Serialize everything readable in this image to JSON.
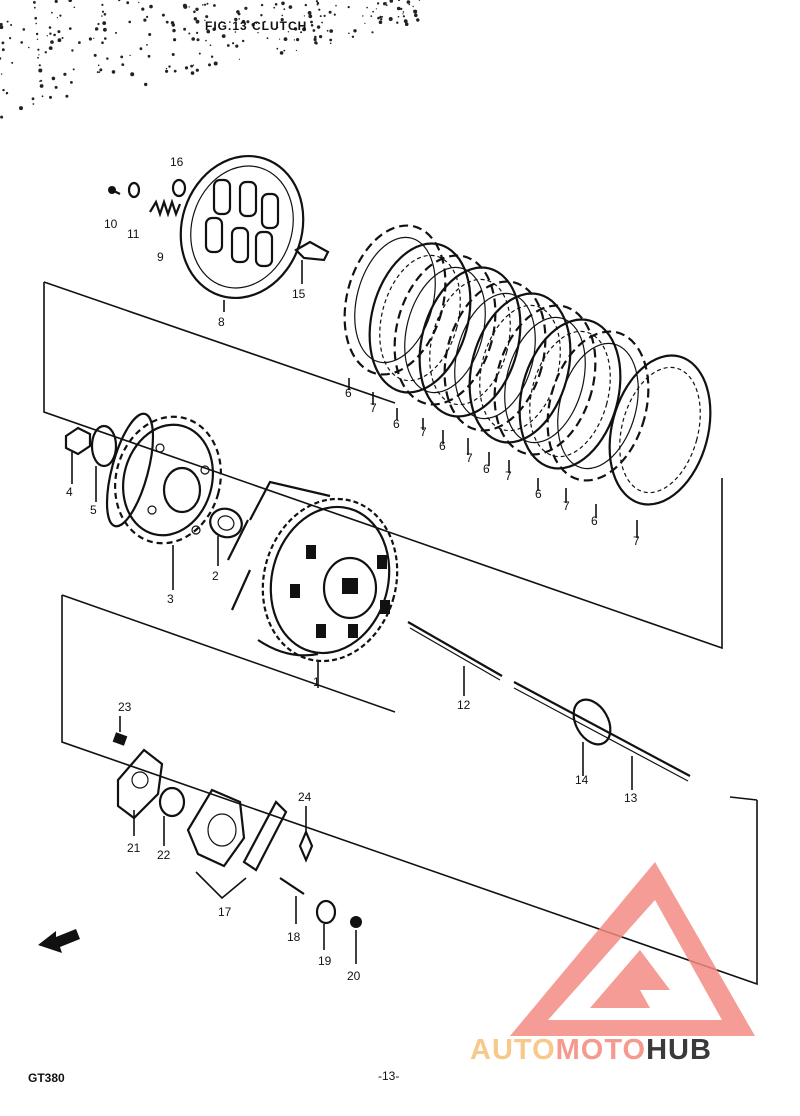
{
  "header": {
    "title": "FIG.13  CLUTCH"
  },
  "footer": {
    "model": "GT380",
    "page": "-13-"
  },
  "parts": [
    {
      "id": "p1",
      "label": "1"
    },
    {
      "id": "p2",
      "label": "2"
    },
    {
      "id": "p3",
      "label": "3"
    },
    {
      "id": "p4",
      "label": "4"
    },
    {
      "id": "p5",
      "label": "5"
    },
    {
      "id": "p6a",
      "label": "6"
    },
    {
      "id": "p6b",
      "label": "6"
    },
    {
      "id": "p6c",
      "label": "6"
    },
    {
      "id": "p6d",
      "label": "6"
    },
    {
      "id": "p6e",
      "label": "6"
    },
    {
      "id": "p6f",
      "label": "6"
    },
    {
      "id": "p7a",
      "label": "7"
    },
    {
      "id": "p7b",
      "label": "7"
    },
    {
      "id": "p7c",
      "label": "7"
    },
    {
      "id": "p7d",
      "label": "7"
    },
    {
      "id": "p7e",
      "label": "7"
    },
    {
      "id": "p7f",
      "label": "7"
    },
    {
      "id": "p7g",
      "label": "7"
    },
    {
      "id": "p8",
      "label": "8"
    },
    {
      "id": "p9",
      "label": "9"
    },
    {
      "id": "p10",
      "label": "10"
    },
    {
      "id": "p11",
      "label": "11"
    },
    {
      "id": "p12",
      "label": "12"
    },
    {
      "id": "p13",
      "label": "13"
    },
    {
      "id": "p14",
      "label": "14"
    },
    {
      "id": "p15",
      "label": "15"
    },
    {
      "id": "p16",
      "label": "16"
    },
    {
      "id": "p17",
      "label": "17"
    },
    {
      "id": "p18",
      "label": "18"
    },
    {
      "id": "p19",
      "label": "19"
    },
    {
      "id": "p20",
      "label": "20"
    },
    {
      "id": "p21",
      "label": "21"
    },
    {
      "id": "p22",
      "label": "22"
    },
    {
      "id": "p23",
      "label": "23"
    },
    {
      "id": "p24",
      "label": "24"
    }
  ],
  "watermark": {
    "part1": "AUTO",
    "part2": "MOTO",
    "part3": "HUB",
    "color1": "#f7c98a",
    "color2": "#f49a8e",
    "color3": "#3a3a3a",
    "logo_color": "#f28b82"
  }
}
